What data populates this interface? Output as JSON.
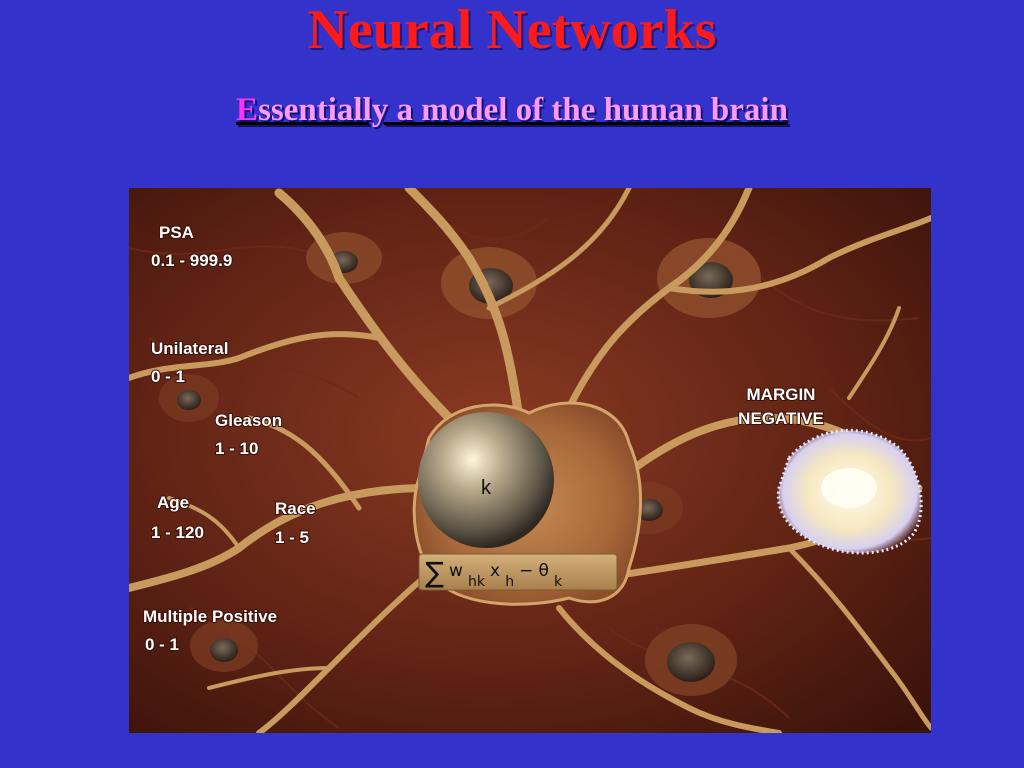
{
  "slide": {
    "title": "Neural Networks",
    "subtitle_first": "E",
    "subtitle_rest": "ssentially a model of the human brain",
    "colors": {
      "background": "#3333cc",
      "title": "#ff1a1a",
      "subtitle": "#ff99ff"
    }
  },
  "figure": {
    "inputs": [
      {
        "name": "PSA",
        "range": "0.1 - 999.9"
      },
      {
        "name": "Unilateral",
        "range": "0 - 1"
      },
      {
        "name": "Gleason",
        "range": "1 - 10"
      },
      {
        "name": "Age",
        "range": "1 - 120"
      },
      {
        "name": "Race",
        "range": "1 - 5"
      },
      {
        "name": "Multiple Positive",
        "range": "0 - 1"
      }
    ],
    "neuron_label": "k",
    "formula": {
      "sigma": "∑",
      "w": "w",
      "w_sub": "hk",
      "x": "x",
      "x_sub": "h",
      "minus": " −",
      "theta": "θ",
      "theta_sub": "k"
    },
    "output": {
      "line1": "MARGIN",
      "line2": "NEGATIVE"
    }
  }
}
